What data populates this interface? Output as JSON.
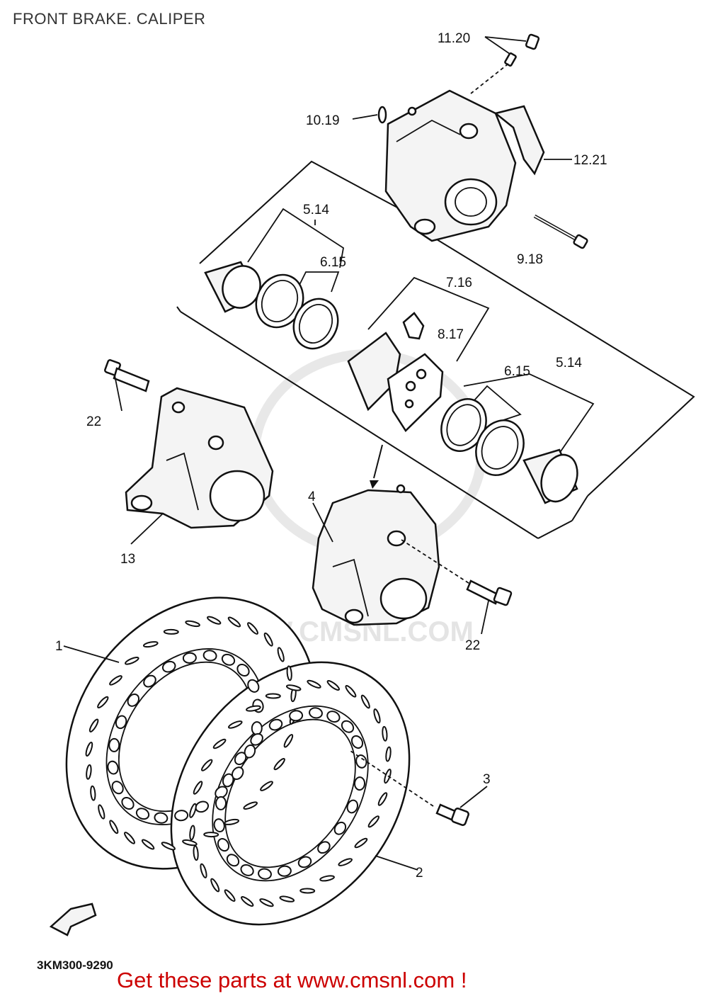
{
  "title": "FRONT BRAKE. CALIPER",
  "diagram_code": "3KM300-9290",
  "footer_text": "Get these parts at www.cmsnl.com !",
  "watermark": "WWW.CMSNL.COM",
  "callouts": {
    "c1": "1",
    "c2": "2",
    "c3": "3",
    "c4": "4",
    "c5_14_a": "5.14",
    "c5_14_b": "5.14",
    "c6_15_a": "6.15",
    "c6_15_b": "6.15",
    "c7_16": "7.16",
    "c8_17": "8.17",
    "c9_18": "9.18",
    "c10_19": "10.19",
    "c11_20": "11.20",
    "c12_21": "12.21",
    "c13": "13",
    "c22_a": "22",
    "c22_b": "22"
  },
  "colors": {
    "footer": "#cc0000",
    "lines": "#111111",
    "watermark": "#e2e2e2"
  }
}
